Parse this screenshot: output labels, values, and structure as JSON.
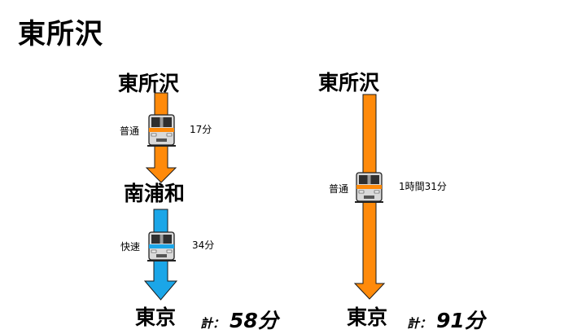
{
  "title": "東所沢",
  "colors": {
    "musashino_line": "#FF8A0A",
    "keihin_tohoku_line": "#1BA6E8",
    "arrow_outline": "#1a1a1a"
  },
  "route_a": {
    "start": "東所沢",
    "leg1": {
      "service": "普通",
      "duration": "17分",
      "train_icon": "orange-train-icon"
    },
    "transfer": "南浦和",
    "leg2": {
      "service": "快速",
      "duration": "34分",
      "train_icon": "blue-train-icon"
    },
    "end": "東京",
    "total_label": "計：",
    "total_value": "58分"
  },
  "route_b": {
    "start": "東所沢",
    "leg1": {
      "service": "普通",
      "duration": "1時間31分",
      "train_icon": "orange-train-icon"
    },
    "end": "東京",
    "total_label": "計：",
    "total_value": "91分"
  }
}
